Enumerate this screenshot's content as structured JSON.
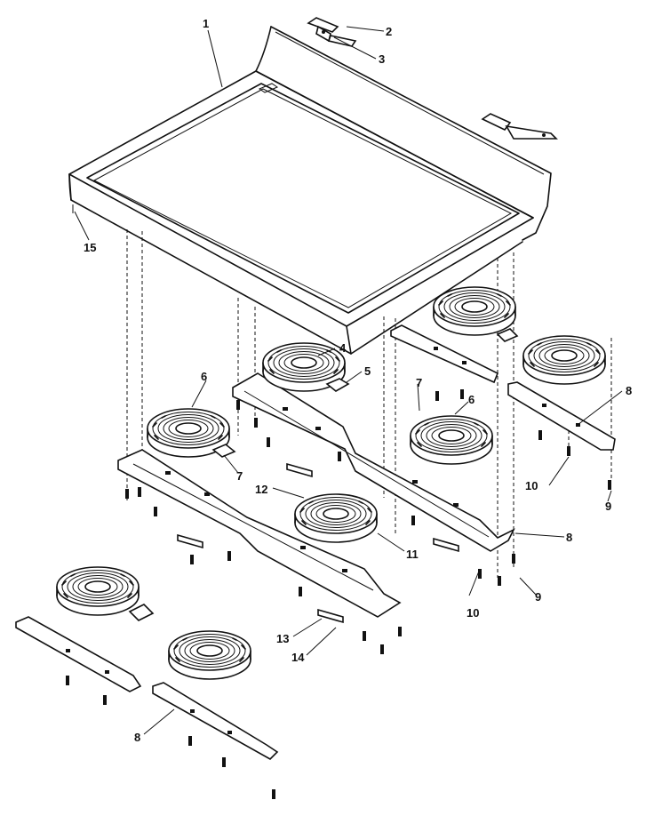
{
  "callouts": {
    "c1": "1",
    "c2": "2",
    "c3": "3",
    "c4": "4",
    "c5": "5",
    "c6a": "6",
    "c6b": "6",
    "c7a": "7",
    "c7b": "7",
    "c8a": "8",
    "c8b": "8",
    "c8c": "8",
    "c9a": "9",
    "c9b": "9",
    "c10a": "10",
    "c10b": "10",
    "c11": "11",
    "c12": "12",
    "c13": "13",
    "c14": "14",
    "c15": "15"
  }
}
